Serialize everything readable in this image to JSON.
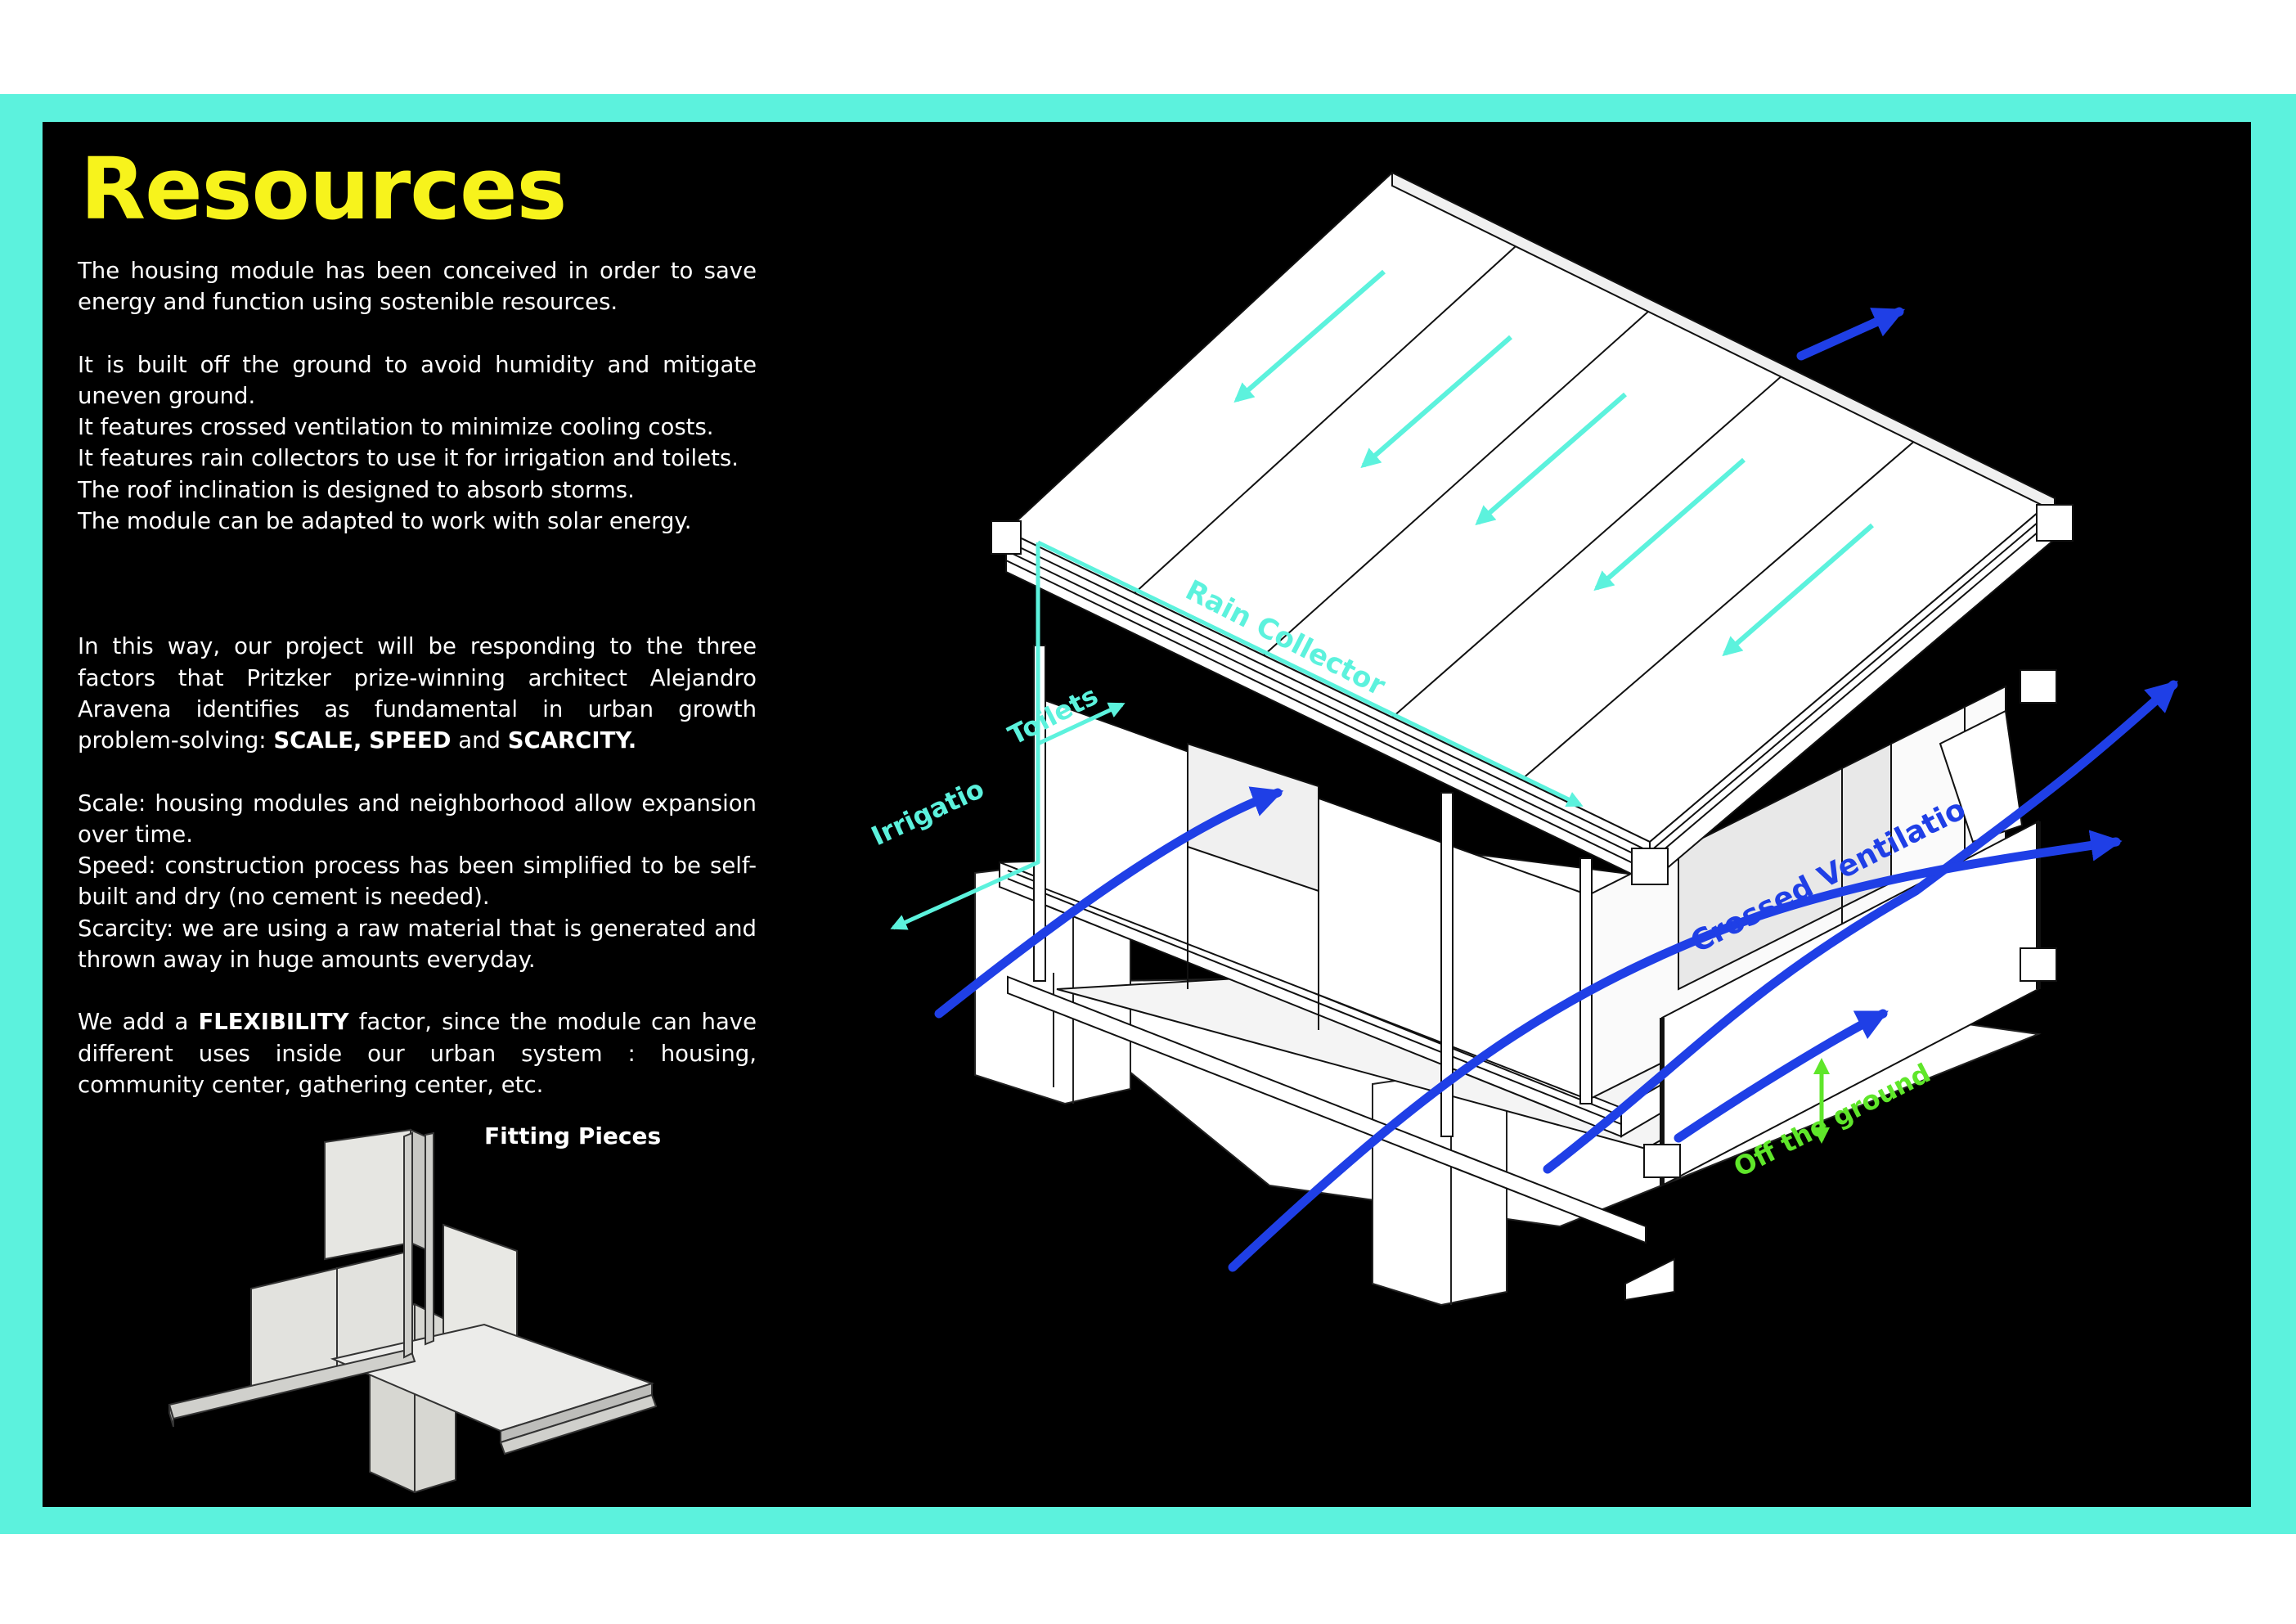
{
  "title": "Resources",
  "intro": {
    "p1": "The housing module has been conceived in order to save energy and function using sostenible resources.",
    "p2": "It is built off the ground to avoid humidity and mitigate uneven ground.",
    "p3": "It features crossed ventilation to minimize cooling costs.",
    "p4": "It features rain collectors to use it for irrigation and toilets.",
    "p5": "The roof inclination is designed to absorb storms.",
    "p6": "The module can be adapted to work with solar energy."
  },
  "factors": {
    "text": "In this way, our project will be responding to the three factors that Pritzker prize-winning architect Alejandro Aravena identifies as fundamental in urban growth problem-solving:",
    "scale": "SCALE,",
    "speed": "SPEED",
    "and": "and",
    "scarcity": "SCARCITY."
  },
  "definitions": {
    "scale": "Scale: housing modules and neighborhood allow expansion over time.",
    "speed": "Speed: construction process has been simplified to be self-built and dry (no cement is needed).",
    "scarcity": "Scarcity: we are using a raw material that is generated and thrown away in huge amounts everyday."
  },
  "flexibility": {
    "before": "We add a",
    "word": "FLEXIBILITY",
    "after": "factor, since the module can have different uses inside our urban system : housing, community center, gathering center, etc."
  },
  "fitting_pieces": "Fitting Pieces",
  "labels": {
    "rain_collectors": "Rain Collectors",
    "toilets": "Toilets",
    "irrigation": "Irrigation",
    "crossed_ventilation": "Crossed Ventilation",
    "off_ground": "Off the ground"
  },
  "colors": {
    "frame": "#5cf2dd",
    "background": "#000000",
    "title": "#f7f31c",
    "rain": "#5cf2dd",
    "wind": "#1f3fe6",
    "ground": "#5fe62a"
  }
}
